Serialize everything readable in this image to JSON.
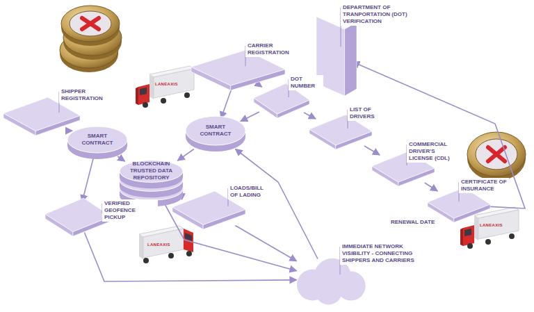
{
  "diagram": {
    "nodes": [
      {
        "text": [
          "SHIPPER REGISTRATION"
        ]
      },
      {
        "text": [
          "CARRIER REGISTRATION"
        ]
      },
      {
        "text": [
          "DEPARTMENT OF TRANPORTATION (DOT) VERIFICATION"
        ]
      },
      {
        "text": [
          "DOT NUMBER"
        ]
      },
      {
        "text": [
          "SMART CONTRACT"
        ]
      },
      {
        "text": [
          "SMART CONTRACT"
        ]
      },
      {
        "text": [
          "LIST OF DRIVERS"
        ]
      },
      {
        "text": [
          "BLOCKCHAIN TRUSTED DATA REPOSITORY"
        ]
      },
      {
        "text": [
          "COMMERCIAL DRIVER'S LICENSE (CDL)"
        ]
      },
      {
        "text": [
          "VERIFIED GEOFENCE PICKUP"
        ]
      },
      {
        "text": [
          "LOADS/BILL OF LADING"
        ]
      },
      {
        "text": [
          "CERTIFICATE OF INSURANCE"
        ]
      },
      {
        "text": [
          "IMMEDIATE NETWORK VISIBILITY - CONNECTING SHIPPERS AND CARRIERS"
        ]
      }
    ],
    "edges": [
      {
        "from": 0,
        "to": 4,
        "arrow": "to"
      },
      {
        "from": 1,
        "to": 5,
        "arrow": "to"
      },
      {
        "from": 1,
        "to": 3,
        "arrow": "to"
      },
      {
        "from": 3,
        "to": 5,
        "arrow": "to"
      },
      {
        "from": 3,
        "to": 6,
        "arrow": "to"
      },
      {
        "from": 6,
        "to": 8,
        "arrow": "to"
      },
      {
        "from": 8,
        "to": 11,
        "arrow": "to"
      },
      {
        "from": 11,
        "to": 2,
        "arrow": "to"
      },
      {
        "from": 4,
        "to": 7,
        "arrow": "to"
      },
      {
        "from": 4,
        "to": 9,
        "arrow": "to"
      },
      {
        "from": 5,
        "to": 7,
        "arrow": "to"
      },
      {
        "from": 7,
        "to": 10,
        "arrow": "both"
      },
      {
        "from": 7,
        "to": 12,
        "arrow": "to"
      },
      {
        "from": 10,
        "to": 12,
        "arrow": "to"
      },
      {
        "from": 9,
        "to": 12,
        "arrow": "to"
      },
      {
        "from": 12,
        "to": 5,
        "arrow": "to"
      }
    ],
    "labels": [
      "RENEWAL DATE",
      "LANEAXIS",
      "LANEAXIS",
      "LANEAXIS"
    ]
  }
}
